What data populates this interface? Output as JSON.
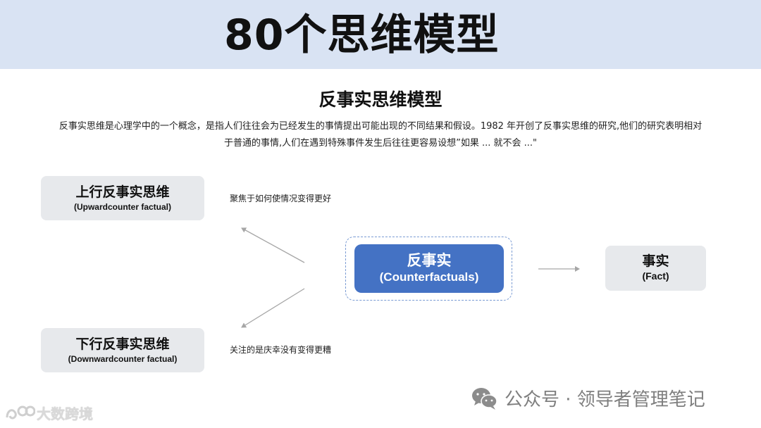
{
  "banner": {
    "title": "80个思维模型"
  },
  "model": {
    "title": "反事实思维模型",
    "intro_line1": "反事实思维是心理学中的一个概念，是指人们往往会为已经发生的事情提出可能出现的不同结果和假设。1982 年开创了反事实思维的研究,他们的研究表明相对",
    "intro_line2": "于普通的事情,人们在遇到特殊事件发生后往往更容易设想”如果 ... 就不会 ...\""
  },
  "diagram": {
    "upward": {
      "zh": "上行反事实思维",
      "en": "(Upwardcounter factual)",
      "note": "聚焦于如何使情况变得更好"
    },
    "downward": {
      "zh": "下行反事实思维",
      "en": "(Downwardcounter factual)",
      "note": "关注的是庆幸没有变得更糟"
    },
    "center": {
      "zh": "反事实",
      "en": "(Counterfactuals)"
    },
    "fact": {
      "zh": "事实",
      "en": "(Fact)"
    }
  },
  "watermarks": {
    "right": "公众号 · 领导者管理笔记",
    "right_icon": "wechat-icon",
    "left": "大数跨境",
    "left_icon": "brand-logo-icon"
  },
  "colors": {
    "banner_bg": "#d9e3f3",
    "center_box": "#4472c4",
    "side_box": "#e7e9ec",
    "arrow": "#a6a6a6"
  }
}
